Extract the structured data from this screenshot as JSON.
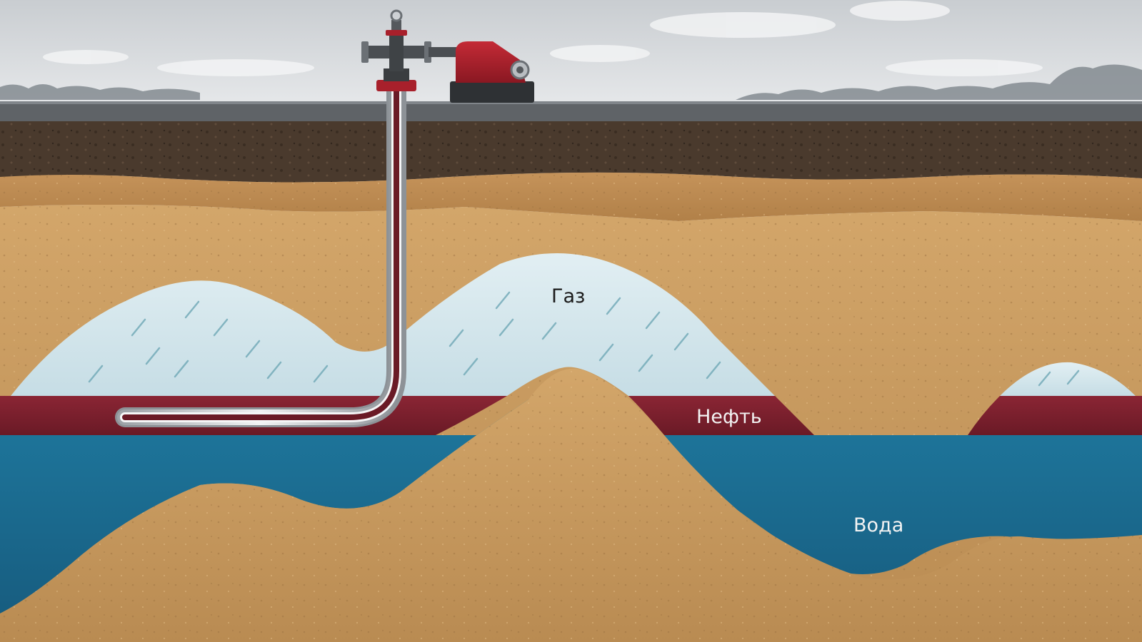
{
  "labels": {
    "gas": "Газ",
    "oil": "Нефть",
    "water": "Вода"
  },
  "colors": {
    "sky": "#d7dadd",
    "topsoil": "#4a3a2d",
    "sand": "#c79a5c",
    "gas": "#cfe4ea",
    "oil": "#7a1f2c",
    "water": "#1e6d92",
    "pipe": "#d8dadc",
    "pump": "#a8202b"
  }
}
